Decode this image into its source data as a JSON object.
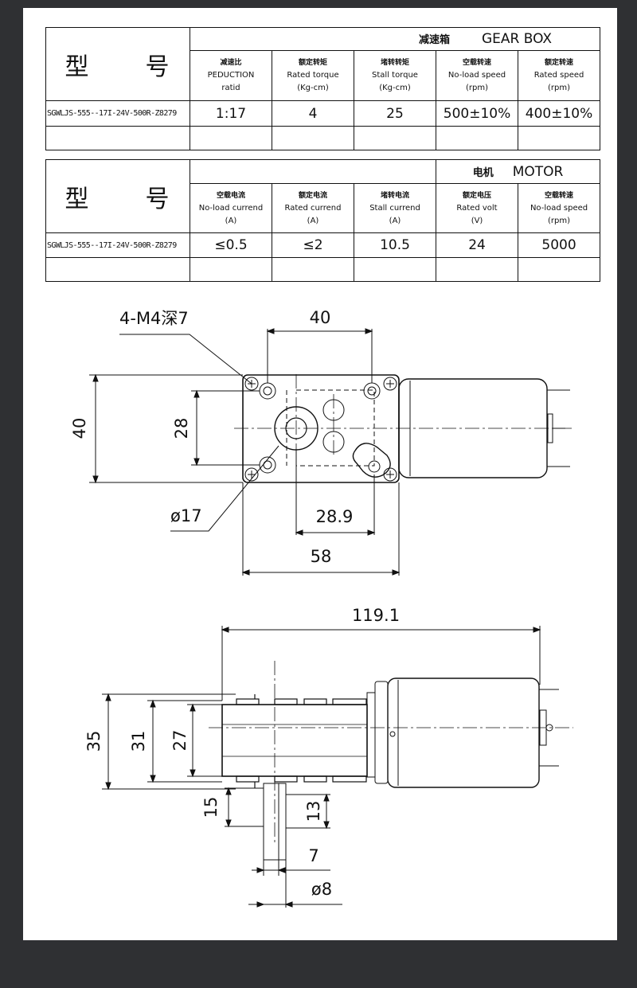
{
  "gearbox_table": {
    "model_heading": [
      "型",
      "号"
    ],
    "title_cn": "减速箱",
    "title_en": "GEAR BOX",
    "columns": [
      {
        "cn": "减速比",
        "en": "PEDUCTION",
        "unit": "ratid"
      },
      {
        "cn": "额定转矩",
        "en": "Rated torque",
        "unit": "(Kg-cm)"
      },
      {
        "cn": "堵转转矩",
        "en": "Stall torque",
        "unit": "(Kg-cm)"
      },
      {
        "cn": "空载转速",
        "en": "No-load speed",
        "unit": "(rpm)"
      },
      {
        "cn": "额定转速",
        "en": "Rated speed",
        "unit": "(rpm)"
      }
    ],
    "row": {
      "model": "SGWLJS-555--17I-24V-500R-Z8279",
      "values": [
        "1:17",
        "4",
        "25",
        "500±10%",
        "400±10%"
      ]
    }
  },
  "motor_table": {
    "model_heading": [
      "型",
      "号"
    ],
    "title_cn": "电机",
    "title_en": "MOTOR",
    "columns": [
      {
        "cn": "空载电流",
        "en": "No-load currend",
        "unit": "(A)"
      },
      {
        "cn": "额定电流",
        "en": "Rated currend",
        "unit": "(A)"
      },
      {
        "cn": "堵转电流",
        "en": "Stall currend",
        "unit": "(A)"
      },
      {
        "cn": "额定电压",
        "en": "Rated volt",
        "unit": "(V)"
      },
      {
        "cn": "空载转速",
        "en": "No-load speed",
        "unit": "(rpm)"
      }
    ],
    "row": {
      "model": "SGWLJS-555--17I-24V-500R-Z8279",
      "values": [
        "≤0.5",
        "≤2",
        "10.5",
        "24",
        "5000"
      ]
    }
  },
  "front_view": {
    "hole_callout": "4-M4深7",
    "dim_top_width": "40",
    "dim_left_height": "40",
    "dim_hole_spacing": "28",
    "dim_shaft_dia": "ø17",
    "dim_shaft_offset": "28.9",
    "dim_total_width": "58"
  },
  "side_view": {
    "dim_total_length": "119.1",
    "dim_height_35": "35",
    "dim_height_31": "31",
    "dim_height_27": "27",
    "dim_shaft_15": "15",
    "dim_shaft_13": "13",
    "dim_flat_7": "7",
    "dim_shaft_dia_8": "ø8"
  },
  "colors": {
    "background": "#2f3033",
    "sheet": "#ffffff",
    "ink": "#111111"
  }
}
